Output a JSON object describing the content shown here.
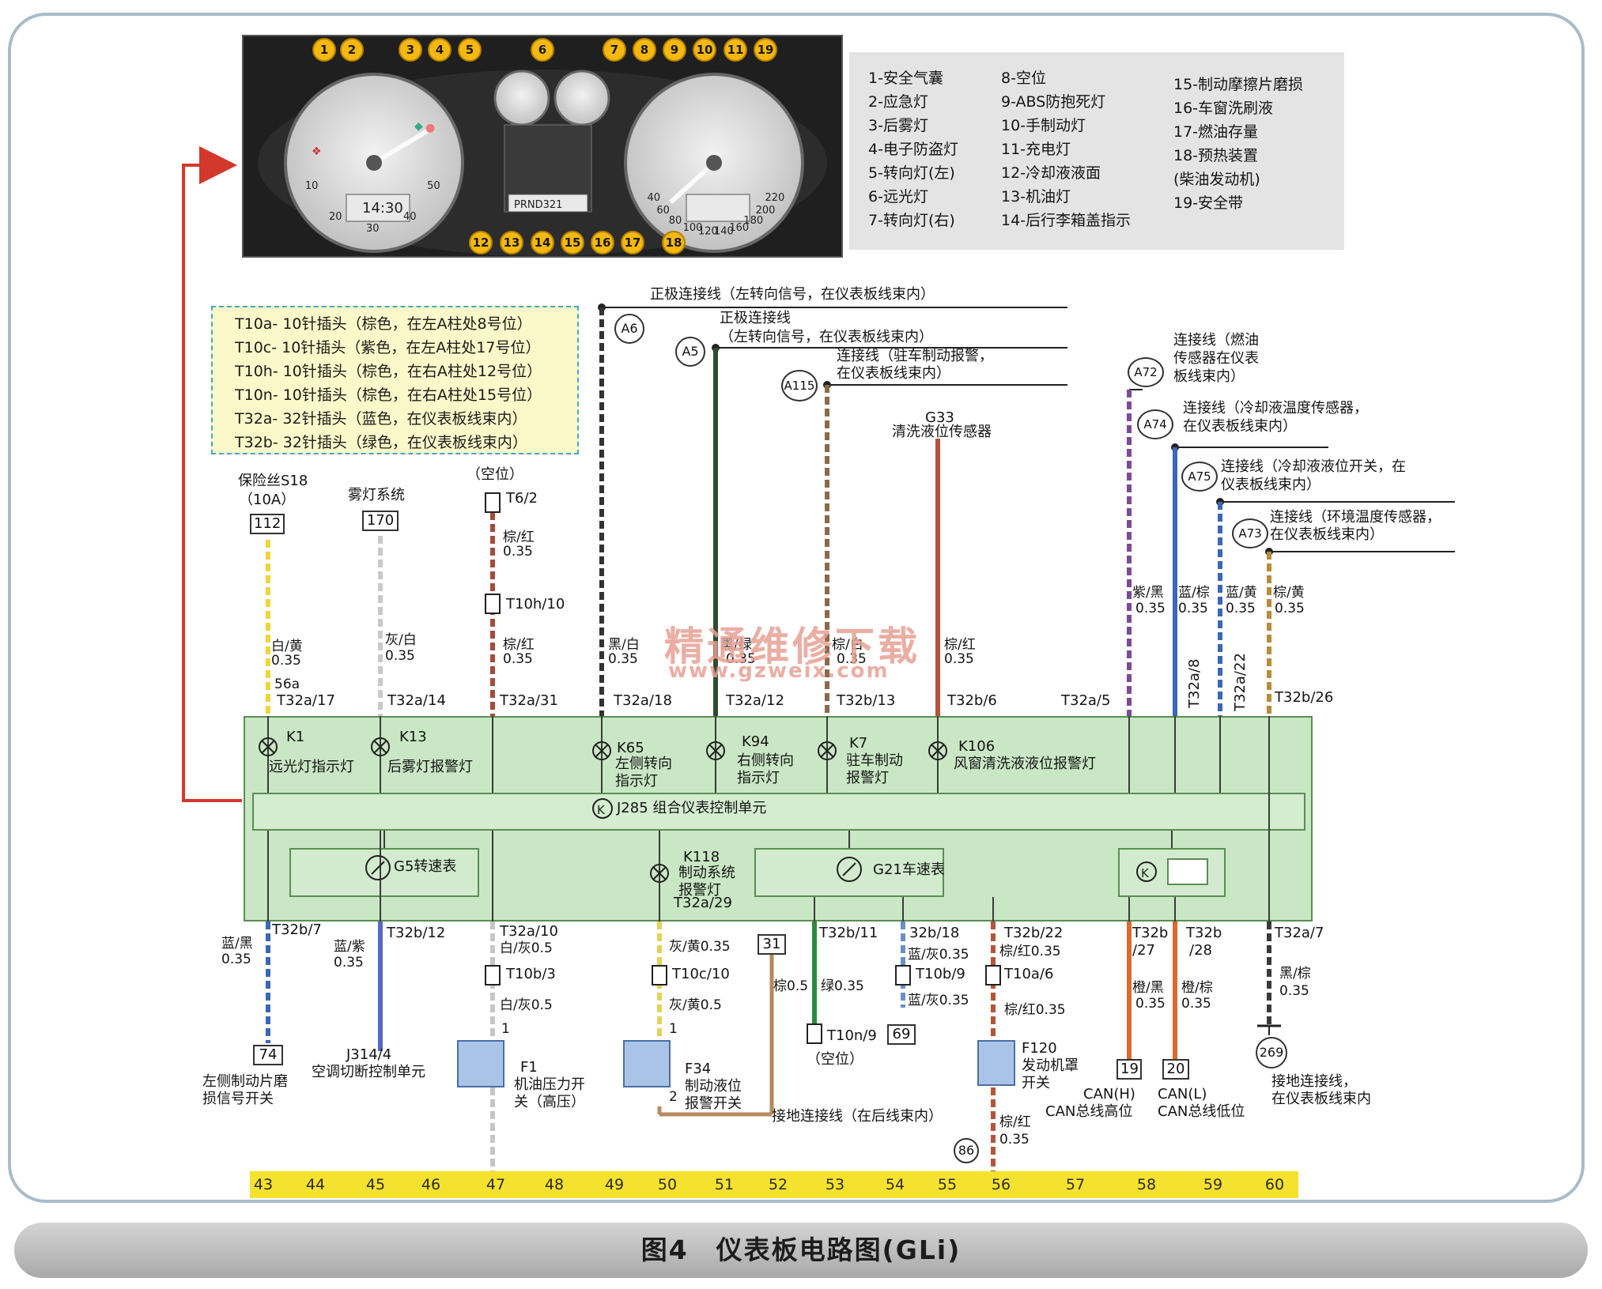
{
  "caption": "图4　仪表板电路图(GLi)",
  "watermark": {
    "cn": "精通维修下载",
    "url": "www.gzweix.com"
  },
  "cluster": {
    "callouts": [
      "1",
      "2",
      "3",
      "4",
      "5",
      "6",
      "7",
      "8",
      "9",
      "10",
      "11",
      "19",
      "12",
      "13",
      "14",
      "15",
      "16",
      "17",
      "18"
    ],
    "left_ticks": [
      "10",
      "20",
      "30",
      "40",
      "50"
    ],
    "right_ticks": [
      "40",
      "60",
      "80",
      "100",
      "120",
      "140",
      "160",
      "180",
      "200",
      "220"
    ],
    "odo_left": "14:30",
    "odo_mid": "PRND321"
  },
  "legend": {
    "col1": [
      "1-安全气囊",
      "2-应急灯",
      "3-后雾灯",
      "4-电子防盗灯",
      "5-转向灯(左)",
      "6-远光灯",
      "7-转向灯(右)"
    ],
    "col2": [
      "8-空位",
      "9-ABS防抱死灯",
      "10-手制动灯",
      "11-充电灯",
      "12-冷却液液面",
      "13-机油灯",
      "14-后行李箱盖指示"
    ],
    "col3": [
      "15-制动摩擦片磨损",
      "16-车窗洗刷液",
      "17-燃油存量",
      "18-预热装置",
      "(柴油发动机)",
      "19-安全带"
    ]
  },
  "connectors": [
    "T10a- 10针插头（棕色，在左A柱处8号位）",
    "T10c- 10针插头（紫色，在左A柱处17号位）",
    "T10h- 10针插头（棕色，在右A柱处12号位）",
    "T10n- 10针插头（棕色，在右A柱处15号位）",
    "T32a- 32针插头（蓝色，在仪表板线束内）",
    "T32b- 32针插头（绿色，在仪表板线束内）"
  ],
  "top": {
    "fuse": "保险丝S18",
    "fuse_rating": "（10A）",
    "box112": "112",
    "fog": "雾灯系统",
    "box170": "170",
    "empty": "（空位）",
    "t6": "T6/2",
    "w1": "白/黄",
    "w1s": "0.35",
    "pin56a": "56a",
    "p1": "T32a/17",
    "w2": "灰/白",
    "w2s": "0.35",
    "p2": "T32a/14",
    "w3a": "棕/红",
    "w3as": "0.35",
    "t10h": "T10h/10",
    "w3": "棕/红",
    "w3s": "0.35",
    "p3": "T32a/31",
    "a6": "A6",
    "a6_label": "正极连接线（左转向信号，在仪表板线束内）",
    "w4": "黑/白",
    "w4s": "0.35",
    "p4": "T32a/18",
    "a5": "A5",
    "a5_l1": "正极连接线",
    "a5_l2": "（左转向信号，在仪表板线束内）",
    "w5": "黑/绿",
    "w5s": "0.35",
    "p5": "T32a/12",
    "a115": "A115",
    "a115_l1": "连接线（驻车制动报警，",
    "a115_l2": "在仪表板线束内）",
    "w6": "棕/白",
    "w6s": "0.35",
    "p6": "T32b/13",
    "g33": "G33",
    "g33_l": "清洗液位传感器",
    "w7": "棕/红",
    "w7s": "0.35",
    "p7": "T32b/6",
    "a72": "A72",
    "a72_l1": "连接线（燃油",
    "a72_l2": "传感器在仪表",
    "a72_l3": "板线束内）",
    "a74": "A74",
    "a74_l1": "连接线（冷却液温度传感器，",
    "a74_l2": "在仪表板线束内）",
    "a75": "A75",
    "a75_l1": "连接线（冷却液液位开关，在",
    "a75_l2": "仪表板线束内）",
    "a73": "A73",
    "a73_l1": "连接线（环境温度传感器，",
    "a73_l2": "在仪表板线束内）",
    "w8": "紫/黑",
    "w8s": "0.35",
    "p8": "T32a/5",
    "w9": "蓝/棕",
    "w9s": "0.35",
    "p9": "T32a/8",
    "w10": "蓝/黄",
    "w10s": "0.35",
    "p10": "T32a/22",
    "w11": "棕/黄",
    "w11s": "0.35",
    "p11": "T32b/26"
  },
  "ecu": {
    "k1": "K1",
    "k1_l": "远光灯指示灯",
    "k13": "K13",
    "k13_l": "后雾灯报警灯",
    "k65": "K65",
    "k65_l1": "左侧转向",
    "k65_l2": "指示灯",
    "k94": "K94",
    "k94_l1": "右侧转向",
    "k94_l2": "指示灯",
    "k7": "K7",
    "k7_l1": "驻车制动",
    "k7_l2": "报警灯",
    "k106": "K106",
    "k106_l": "风窗清洗液液位报警灯",
    "j285": "J285 组合仪表控制单元",
    "g5": "G5转速表",
    "k118": "K118",
    "k118_l1": "制动系统",
    "k118_l2": "报警灯",
    "g21": "G21车速表"
  },
  "bottom": {
    "p1": "T32b/7",
    "w1": "蓝/黑",
    "w1s": "0.35",
    "box74": "74",
    "b1_l1": "左侧制动片磨",
    "b1_l2": "损信号开关",
    "p2": "T32b/12",
    "w2": "蓝/紫",
    "w2s": "0.35",
    "j314": "J314/4",
    "j314_l": "空调切断控制单元",
    "p3": "T32a/10",
    "w3": "白/灰0.5",
    "t10b3": "T10b/3",
    "w3b": "白/灰0.5",
    "pin1a": "1",
    "f1": "F1",
    "f1_l1": "机油压力开",
    "f1_l2": "关（高压）",
    "p4": "T32a/29",
    "w4": "灰/黄0.35",
    "t10c": "T10c/10",
    "w4b": "灰/黄0.5",
    "pin1b": "1",
    "pin2b": "2",
    "f34": "F34",
    "f34_l1": "制动液位",
    "f34_l2": "报警开关",
    "box31": "31",
    "w31": "棕0.5",
    "p5": "T32b/11",
    "w5": "绿0.35",
    "t10n": "T10n/9",
    "empty": "（空位）",
    "p6": "32b/18",
    "w6": "蓝/灰0.35",
    "t10b9": "T10b/9",
    "w6b": "蓝/灰0.35",
    "box69": "69",
    "ground": "接地连接线（在后线束内）",
    "g86": "86",
    "p7": "T32b/22",
    "w7": "棕/红0.35",
    "t10a": "T10a/6",
    "w7b": "棕/红0.35",
    "f120": "F120",
    "f120_l1": "发动机罩",
    "f120_l2": "开关",
    "w7c": "棕/红",
    "w7cs": "0.35",
    "p8a": "T32b",
    "p8b": "/27",
    "w8": "橙/黑",
    "w8s": "0.35",
    "box19": "19",
    "can_h": "CAN(H)",
    "can_h_l": "CAN总线高位",
    "p9a": "T32b",
    "p9b": "/28",
    "w9": "橙/棕",
    "w9s": "0.35",
    "box20": "20",
    "can_l": "CAN(L)",
    "can_l_l": "CAN总线低位",
    "p10": "T32a/7",
    "w10": "黑/棕",
    "w10s": "0.35",
    "g269": "269",
    "g269_l1": "接地连接线，",
    "g269_l2": "在仪表板线束内"
  },
  "bus_numbers": [
    "43",
    "44",
    "45",
    "46",
    "47",
    "48",
    "49",
    "50",
    "51",
    "52",
    "53",
    "54",
    "55",
    "56",
    "57",
    "58",
    "59",
    "60"
  ],
  "colors": {
    "ecu_fill": "#c9e7c4",
    "bus": "#f4e22f",
    "conn_box": "#fbf8c9",
    "arrow": "#d2382b"
  }
}
